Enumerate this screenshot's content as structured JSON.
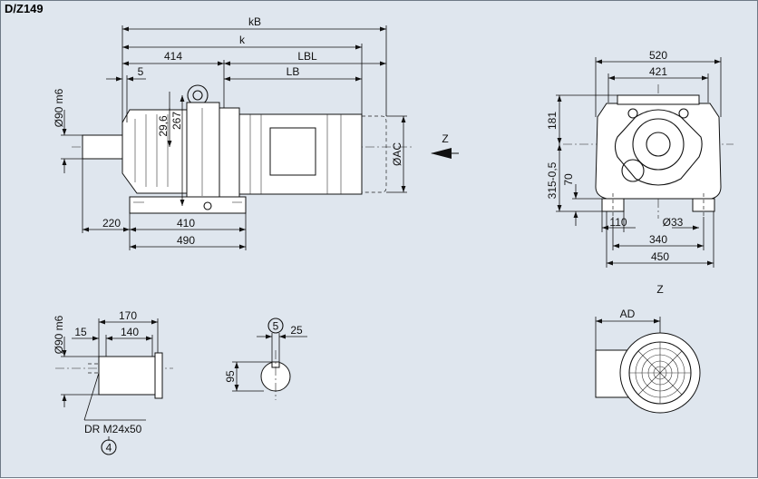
{
  "title": "D/Z149",
  "side_view": {
    "dim_kB": "kB",
    "dim_k": "k",
    "dim_414": "414",
    "dim_LBL": "LBL",
    "dim_5": "5",
    "dim_LB": "LB",
    "dim_shaft_dia": "Ø90 m6",
    "dim_29_6": "29,6",
    "dim_267": "267",
    "dim_AC": "ØAC",
    "dim_220": "220",
    "dim_410": "410",
    "dim_490": "490",
    "view_arrow": "Z"
  },
  "front_view": {
    "dim_520": "520",
    "dim_421": "421",
    "dim_181": "181",
    "dim_315": "315-0,5",
    "dim_70": "70",
    "dim_110": "110",
    "dim_hole": "Ø33",
    "dim_340": "340",
    "dim_450": "450"
  },
  "shaft_detail": {
    "dim_shaft_dia": "Ø90 m6",
    "dim_170": "170",
    "dim_15": "15",
    "dim_140": "140",
    "thread_label": "DR M24x50",
    "callout": "4"
  },
  "key_detail": {
    "callout": "5",
    "dim_25": "25",
    "dim_95": "95"
  },
  "z_view": {
    "title": "Z",
    "dim_AD": "AD"
  }
}
